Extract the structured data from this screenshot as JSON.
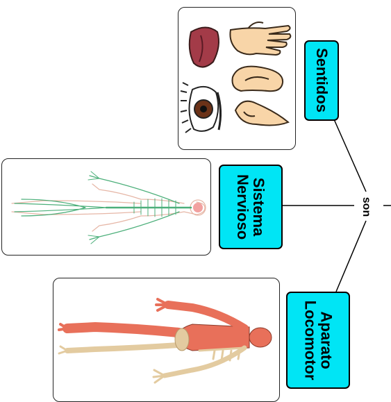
{
  "nodes": {
    "root": {
      "label": "son"
    },
    "sentidos": {
      "label": "Sentidos"
    },
    "nervioso": {
      "label": "Sistema\nNervioso"
    },
    "locomotor": {
      "label": "Aparato\nLocomotor"
    }
  },
  "images": {
    "sentidos": {
      "icons": [
        "tongue-icon",
        "hand-icon",
        "ear-icon",
        "eye-icon",
        "nose-icon"
      ]
    },
    "nervioso": {
      "icons": [
        "nervous-system-figure"
      ]
    },
    "locomotor": {
      "icons": [
        "musculoskeletal-figure"
      ]
    }
  },
  "colors": {
    "label_fill": "#00e5f5",
    "skin": "#f8d5a8",
    "nerve": "#4caf7a",
    "muscle": "#e8705a",
    "bone": "#f1dfb8"
  }
}
